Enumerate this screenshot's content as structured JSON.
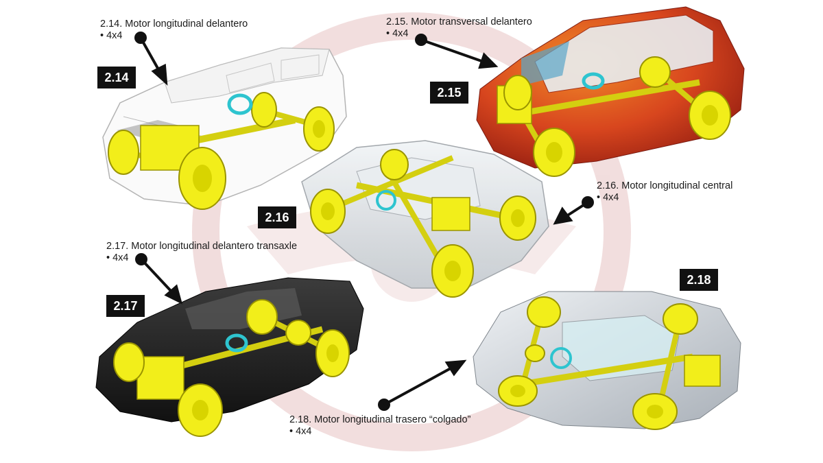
{
  "panels": [
    {
      "id": "2.14",
      "badge": "2.14",
      "title": "2.14. Motor longitudinal delantero",
      "bullet": "• 4x4"
    },
    {
      "id": "2.15",
      "badge": "2.15",
      "title": "2.15. Motor transversal delantero",
      "bullet": "• 4x4"
    },
    {
      "id": "2.16",
      "badge": "2.16",
      "title": "2.16. Motor longitudinal central",
      "bullet": "• 4x4"
    },
    {
      "id": "2.17",
      "badge": "2.17",
      "title": "2.17. Motor longitudinal delantero transaxle",
      "bullet": "• 4x4"
    },
    {
      "id": "2.18",
      "badge": "2.18",
      "title": "2.18. Motor longitudinal trasero “colgado”",
      "bullet": "• 4x4"
    }
  ],
  "colors": {
    "drivetrain": "#f2ee1a",
    "drivetrain_edge": "#9a9400",
    "steering": "#2ec4cf",
    "watermark": "#d9a0a0",
    "badge_bg": "#111111",
    "arrow": "#111111",
    "car_red": "#c8321c",
    "car_dark": "#2a2a2a",
    "car_silver": "#c9ced3"
  }
}
